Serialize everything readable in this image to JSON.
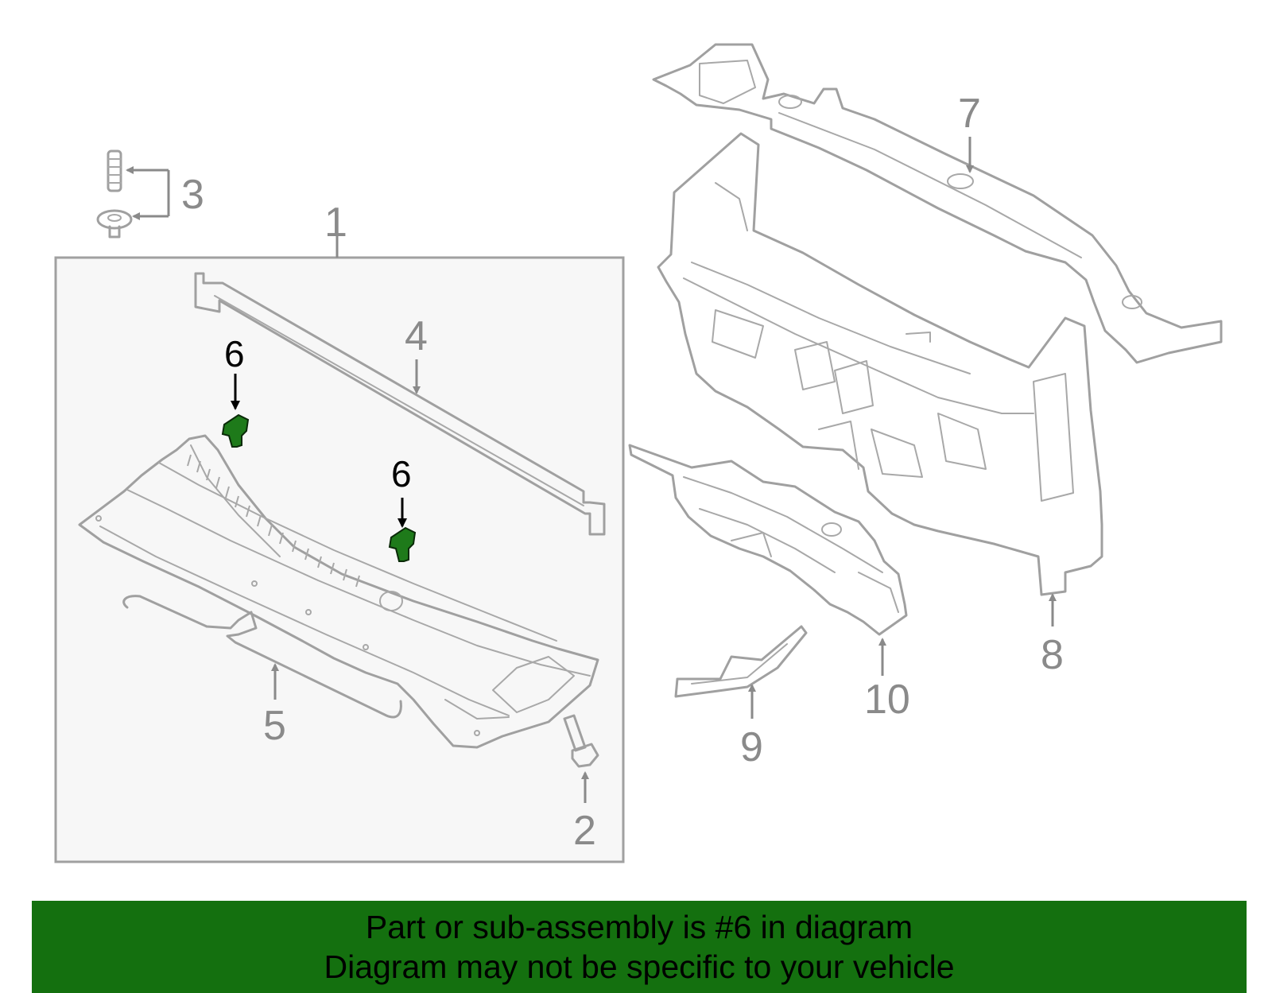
{
  "diagram": {
    "callouts": [
      {
        "id": "1",
        "text": "1"
      },
      {
        "id": "2",
        "text": "2"
      },
      {
        "id": "3",
        "text": "3"
      },
      {
        "id": "4",
        "text": "4"
      },
      {
        "id": "5",
        "text": "5"
      },
      {
        "id": "6a",
        "text": "6"
      },
      {
        "id": "6b",
        "text": "6"
      },
      {
        "id": "7",
        "text": "7"
      },
      {
        "id": "8",
        "text": "8"
      },
      {
        "id": "9",
        "text": "9"
      },
      {
        "id": "10",
        "text": "10"
      }
    ],
    "highlight_part": "6",
    "colors": {
      "highlight": "#1e7a1a",
      "banner": "#14700f",
      "line_art": "#a0a0a0",
      "callout_text": "#8a8a8a",
      "inset_background": "#f7f7f7"
    }
  },
  "banner": {
    "line1": "Part or sub-assembly is #6 in diagram",
    "line2": "Diagram may not be specific to your vehicle"
  }
}
